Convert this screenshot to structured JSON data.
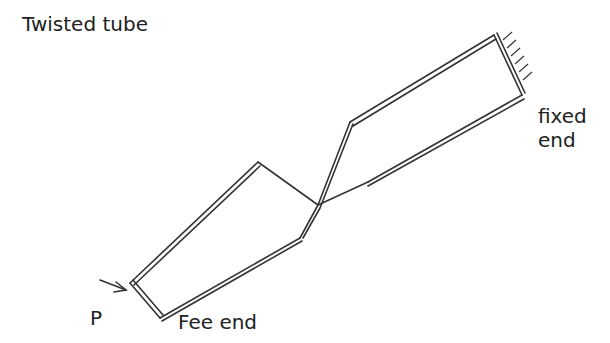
{
  "diagram": {
    "title": "Twisted tube",
    "labels": [
      "fixed end",
      "P",
      "Fee end"
    ]
  }
}
